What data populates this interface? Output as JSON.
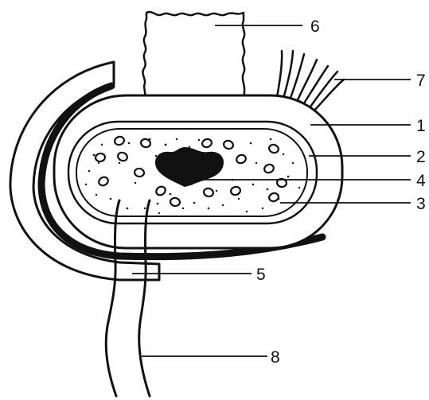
{
  "diagram": {
    "labels": [
      {
        "id": "6",
        "text": "6"
      },
      {
        "id": "7",
        "text": "7"
      },
      {
        "id": "1",
        "text": "1"
      },
      {
        "id": "2",
        "text": "2"
      },
      {
        "id": "4",
        "text": "4"
      },
      {
        "id": "3",
        "text": "3"
      },
      {
        "id": "5",
        "text": "5"
      },
      {
        "id": "8",
        "text": "8"
      }
    ]
  },
  "colors": {
    "ink": "#111111",
    "paper": "#ffffff"
  }
}
